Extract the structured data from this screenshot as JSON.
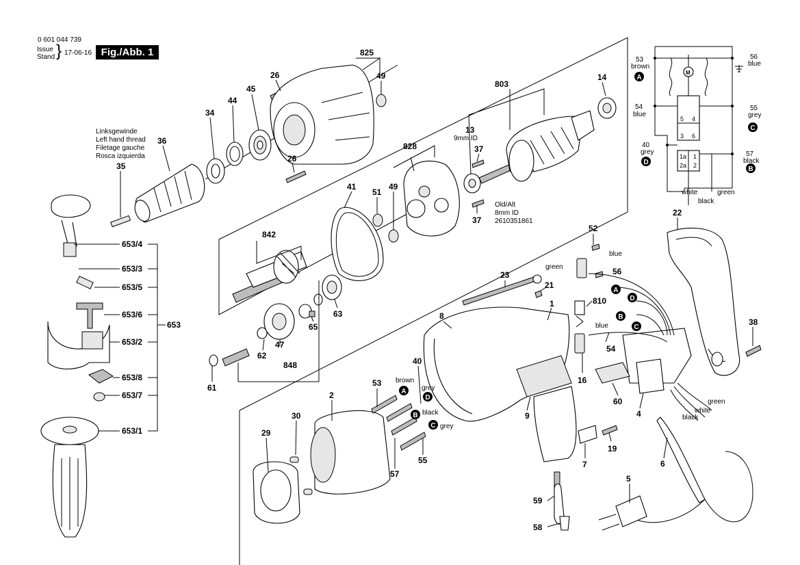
{
  "header": {
    "part_number": "0 601 044 739",
    "issue_label_1": "Issue",
    "issue_label_2": "Stand",
    "issue_date": "17-06-16",
    "figure_label": "Fig./Abb. 1"
  },
  "thread_note": [
    "Linksgewinde",
    "Left hand thread",
    "Filetage gauche",
    "Rosca izquierda"
  ],
  "bearing_note": {
    "size_13": "9mm ID",
    "old_label": "Old/Alt",
    "old_size": "8mm ID",
    "old_part": "2610351861"
  },
  "parts": {
    "p825": "825",
    "p26a": "26",
    "p49a": "49",
    "p45": "45",
    "p44": "44",
    "p34": "34",
    "p36": "36",
    "p26b": "26",
    "p35": "35",
    "p803": "803",
    "p14": "14",
    "p13": "13",
    "p37a": "37",
    "p37b": "37",
    "p828": "828",
    "p41": "41",
    "p51": "51",
    "p49b": "49",
    "p842": "842",
    "p63": "63",
    "p65": "65",
    "p47": "47",
    "p62": "62",
    "p848": "848",
    "p61": "61",
    "p653_4": "653/4",
    "p653_3": "653/3",
    "p653_5": "653/5",
    "p653_6": "653/6",
    "p653_2": "653/2",
    "p653_8": "653/8",
    "p653_7": "653/7",
    "p653_1": "653/1",
    "p653": "653",
    "p23": "23",
    "p21": "21",
    "p1": "1",
    "p8": "8",
    "p40": "40",
    "p53": "53",
    "p2": "2",
    "p30": "30",
    "p29": "29",
    "p57": "57",
    "p55": "55",
    "p9": "9",
    "p52": "52",
    "p810": "810",
    "p56": "56",
    "p54": "54",
    "p16": "16",
    "p60": "60",
    "p4": "4",
    "p22": "22",
    "p38": "38",
    "p7": "7",
    "p19": "19",
    "p6": "6",
    "p5": "5",
    "p59": "59",
    "p58": "58"
  },
  "wire_labels": {
    "brown": "brown",
    "grey": "grey",
    "black": "black",
    "grey2": "grey",
    "green": "green",
    "blue": "blue",
    "blue2": "blue",
    "green2": "green",
    "white": "white",
    "black2": "black"
  },
  "connectors": [
    "A",
    "B",
    "C",
    "D"
  ],
  "schematic": {
    "n53": "53",
    "c53": "brown",
    "n54": "54",
    "c54": "blue",
    "n40": "40",
    "c40": "grey",
    "n56": "56",
    "c56": "blue",
    "n55": "55",
    "c55": "grey",
    "n57": "57",
    "c57": "black",
    "motor": "M",
    "t5": "5",
    "t4": "4",
    "t3": "3",
    "t6": "6",
    "t1a": "1a",
    "t1": "1",
    "t2a": "2a",
    "t2": "2",
    "w_white": "white",
    "w_green": "green",
    "w_black": "black"
  }
}
